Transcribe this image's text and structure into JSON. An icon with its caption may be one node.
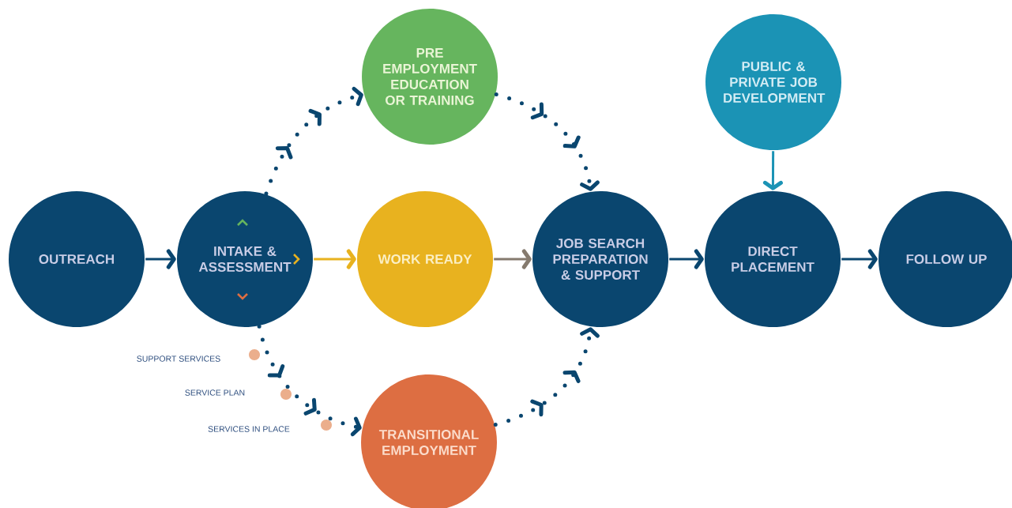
{
  "diagram": {
    "nodes": [
      {
        "text": [
          "OUTREACH"
        ]
      },
      {
        "text": [
          "INTAKE & ASSESSMENT"
        ]
      },
      {
        "text": [
          "PRE EMPLOYMENT EDUCATION OR TRAINING"
        ]
      },
      {
        "text": [
          "WORK READY"
        ]
      },
      {
        "text": [
          "TRANSITIONAL EMPLOYMENT"
        ]
      },
      {
        "text": [
          "JOB SEARCH PREPARATION & SUPPORT"
        ]
      },
      {
        "text": [
          "PUBLIC & PRIVATE JOB DEVELOPMENT"
        ]
      },
      {
        "text": [
          "DIRECT PLACEMENT"
        ]
      },
      {
        "text": [
          "FOLLOW UP"
        ]
      }
    ],
    "edges": [
      {
        "from": 0,
        "to": 1,
        "arrow": "to"
      },
      {
        "from": 1,
        "to": 2,
        "arrow": "to",
        "style": "dashed"
      },
      {
        "from": 1,
        "to": 3,
        "arrow": "to",
        "color": "#e8b21f"
      },
      {
        "from": 1,
        "to": 4,
        "arrow": "to",
        "style": "dashed"
      },
      {
        "from": 2,
        "to": 5,
        "arrow": "to",
        "style": "dashed"
      },
      {
        "from": 3,
        "to": 5,
        "arrow": "to",
        "color": "#857a6e"
      },
      {
        "from": 4,
        "to": 5,
        "arrow": "to",
        "style": "dashed"
      },
      {
        "from": 5,
        "to": 7,
        "arrow": "to"
      },
      {
        "from": 6,
        "to": 7,
        "arrow": "to",
        "color": "#1b93b5"
      },
      {
        "from": 7,
        "to": 8,
        "arrow": "to"
      }
    ],
    "labels": [
      "SUPPORT SERVICES",
      "SERVICE PLAN",
      "SERVICES IN PLACE"
    ]
  }
}
